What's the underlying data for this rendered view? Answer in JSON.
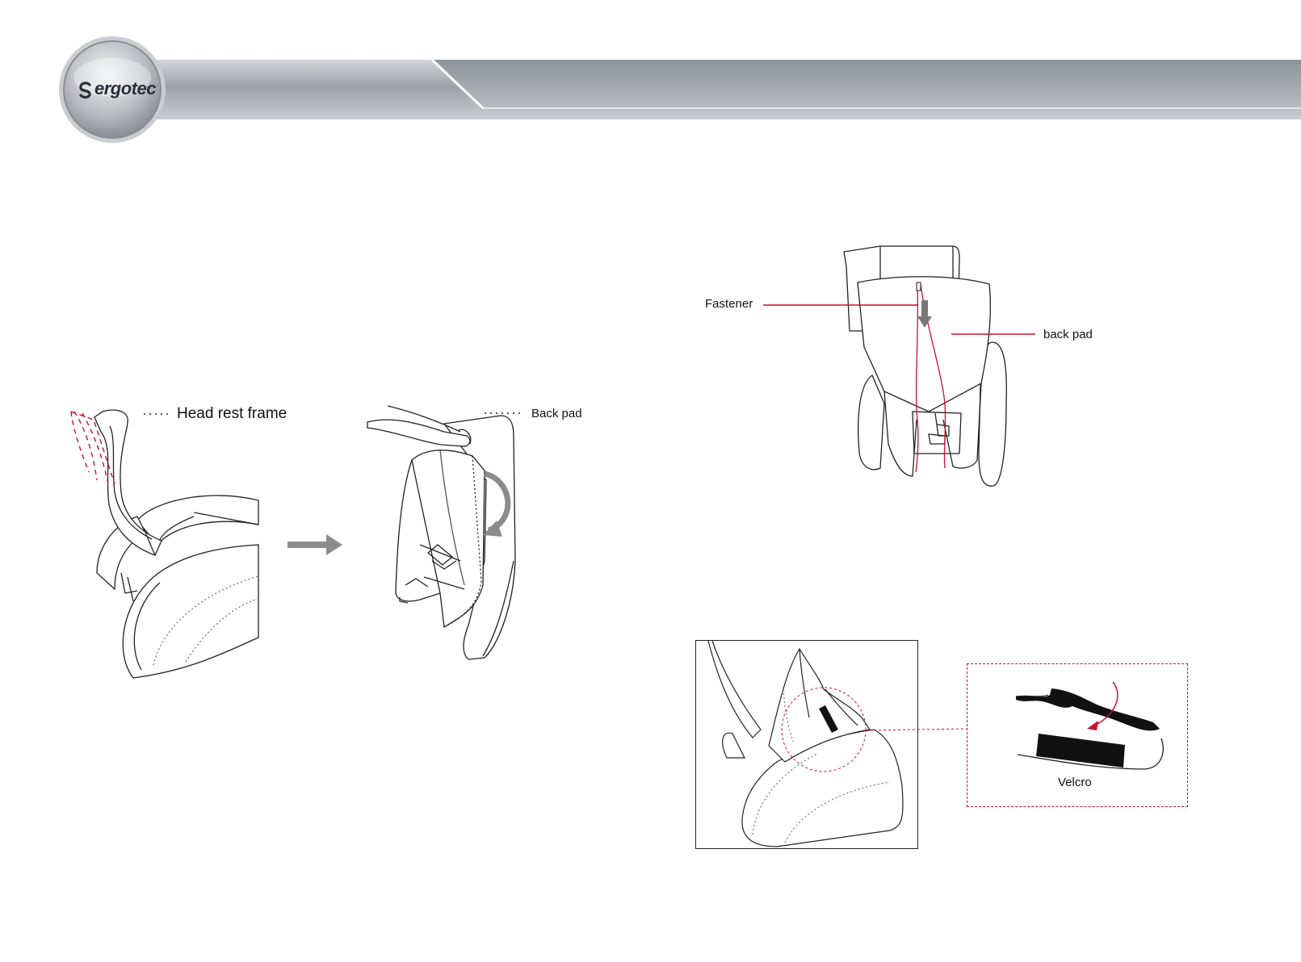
{
  "header": {
    "brand": "ergotec",
    "accent": "#c8102e",
    "band_color": "#9a9ea4"
  },
  "figures": {
    "headrest": {
      "label": "Head rest frame"
    },
    "backpad_fold": {
      "label": "Back pad"
    },
    "fastener": {
      "label_left": "Fastener",
      "label_right": "back pad"
    },
    "velcro": {
      "label": "Velcro"
    }
  }
}
